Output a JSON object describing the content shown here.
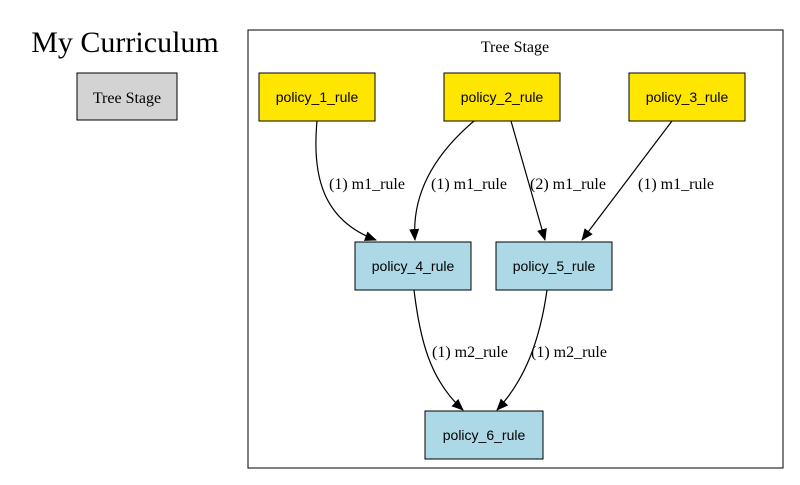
{
  "title": "My Curriculum",
  "legend": {
    "stage_label": "Tree Stage",
    "fill": "#d3d3d3"
  },
  "cluster": {
    "label": "Tree Stage"
  },
  "colors": {
    "policy_fill": "#ffe600",
    "derived_fill": "#add8e6",
    "stroke": "#000000"
  },
  "nodes": {
    "p1": "policy_1_rule",
    "p2": "policy_2_rule",
    "p3": "policy_3_rule",
    "p4": "policy_4_rule",
    "p5": "policy_5_rule",
    "p6": "policy_6_rule"
  },
  "edges": [
    {
      "from": "policy_1_rule",
      "to": "policy_4_rule",
      "label": "(1) m1_rule"
    },
    {
      "from": "policy_2_rule",
      "to": "policy_4_rule",
      "label": "(1) m1_rule"
    },
    {
      "from": "policy_2_rule",
      "to": "policy_5_rule",
      "label": "(2) m1_rule"
    },
    {
      "from": "policy_3_rule",
      "to": "policy_5_rule",
      "label": "(1) m1_rule"
    },
    {
      "from": "policy_4_rule",
      "to": "policy_6_rule",
      "label": "(1) m2_rule"
    },
    {
      "from": "policy_5_rule",
      "to": "policy_6_rule",
      "label": "(1) m2_rule"
    }
  ]
}
